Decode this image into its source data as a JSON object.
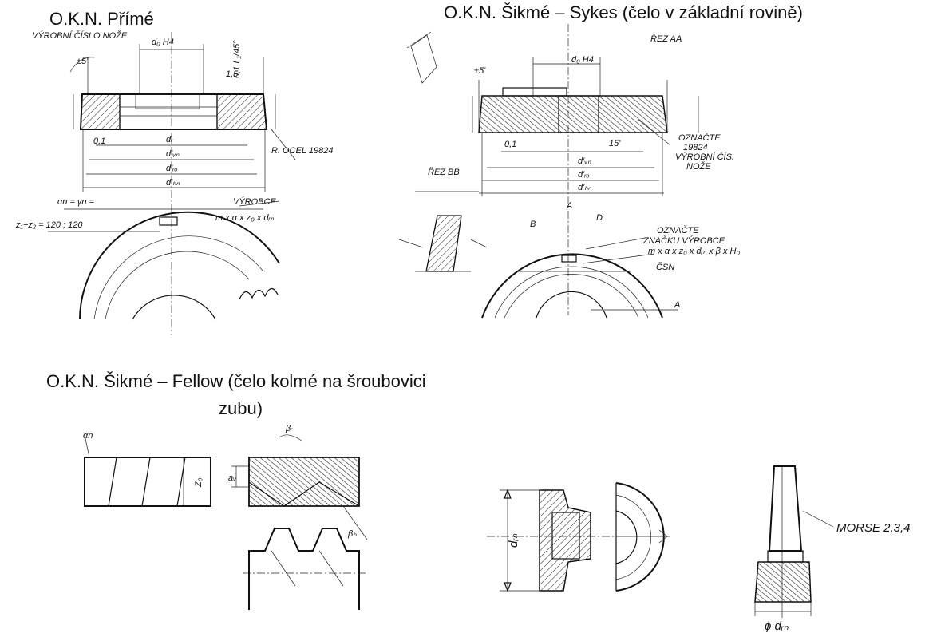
{
  "titles": {
    "prime": "O.K.N. Přímé",
    "sykes": "O.K.N. Šikmé – Sykes (čelo v základní rovině)",
    "fellow_line1": "O.K.N. Šikmé – Fellow (čelo kolmé na šroubovici",
    "fellow_line2": "zubu)"
  },
  "labels_prime": {
    "serial": "VÝROBNÍ ČÍSLO NOŽE",
    "angle": "±5'",
    "da": "d₀ H4",
    "chamfer": "0,1 L₁/45°",
    "d15": "1,5",
    "material": "R. OCEL 19824",
    "manufacturer": "VÝROBCE",
    "alpha": "αn = γn =",
    "teeth": "z₁+z₂ = 120 ; 120",
    "mark": "m x α x z₀ x dᵣₙ",
    "dr": "dᵣ",
    "dvn": "d'ᵥₙ",
    "dro": "d'ᵣₒ",
    "dhn": "d'ₕₙ",
    "v01": "0,1"
  },
  "labels_sykes": {
    "section_aa": "ŘEZ AA",
    "section_bb": "ŘEZ BB",
    "da": "d₀ H4",
    "angle": "±5'",
    "note1": "OZNAČTE",
    "note1b": "19824",
    "note1c": "VÝROBNÍ ČÍS.",
    "note1d": "NOŽE",
    "note2": "OZNAČTE",
    "note2b": "ZNAČKU VÝROBCE",
    "note2c": "m x α x z₀ x dᵣₙ x β x H₀",
    "note2d": "ČSN",
    "a": "A",
    "b": "B",
    "d": "D",
    "v15": "15'",
    "v01": "0,1",
    "dvn": "d'ᵥₙ",
    "dro": "d'ᵣₒ",
    "dhn": "d'ₕₙ"
  },
  "labels_bottom": {
    "alpha_n": "αn",
    "z0": "Z₀",
    "a_v": "aᵥ",
    "beta_r": "βᵣ",
    "beta_h": "βₕ",
    "drn": "dᵣₙ",
    "morse": "MORSE 2,3,4",
    "phi_drn": "ϕ dᵣₙ"
  }
}
